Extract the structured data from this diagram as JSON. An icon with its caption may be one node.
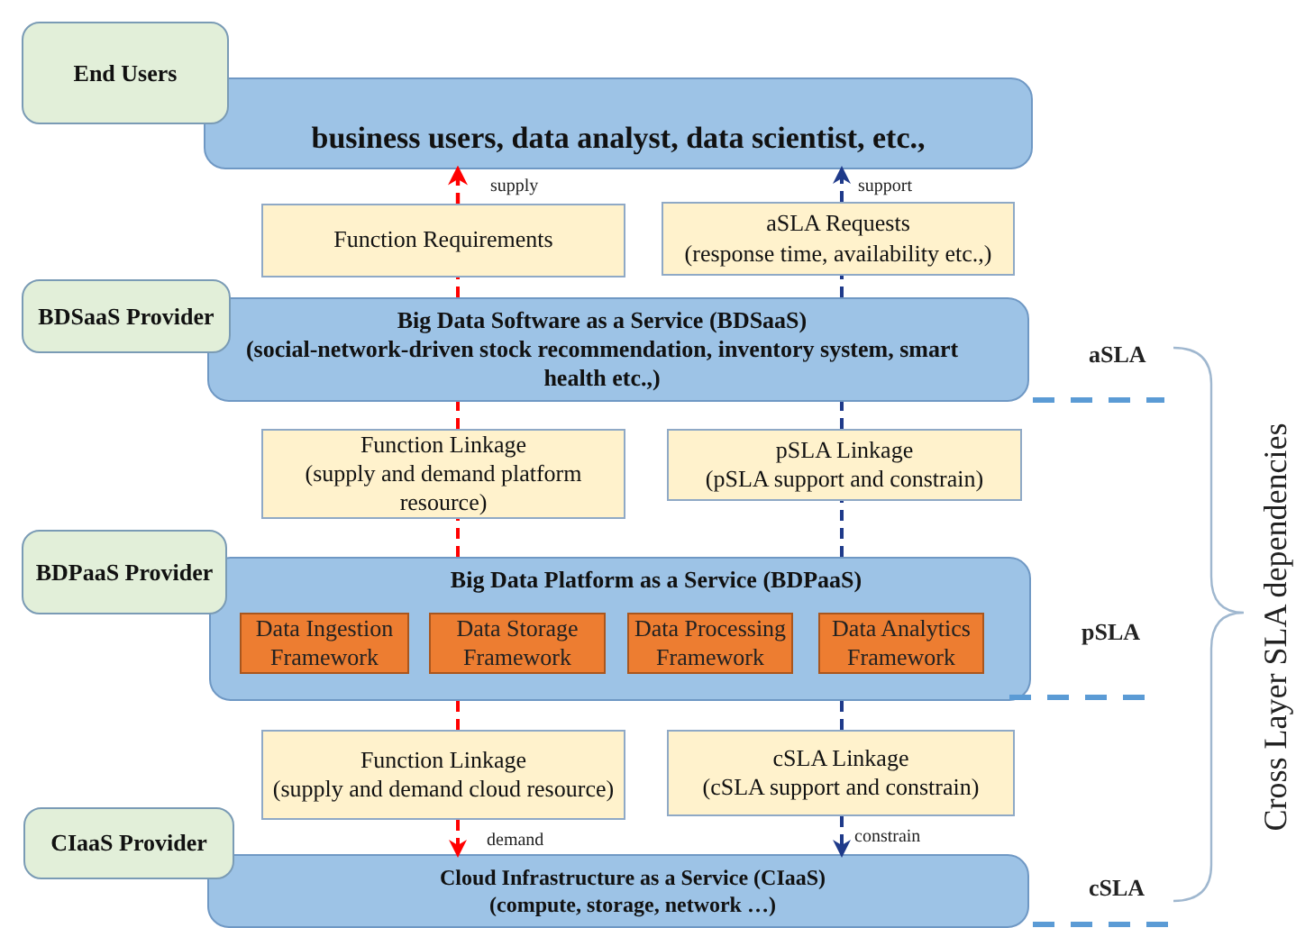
{
  "diagram": {
    "nodes": [
      {
        "text": [
          "End Users"
        ]
      },
      {
        "text": [
          "business users, data analyst, data scientist, etc.,"
        ]
      },
      {
        "text": [
          "Function Requirements"
        ]
      },
      {
        "text": [
          "aSLA Requests",
          "(response time, availability etc.,)"
        ]
      },
      {
        "text": [
          "BDSaaS Provider"
        ]
      },
      {
        "text": [
          "Big Data Software as a Service (BDSaaS)",
          "(social-network-driven stock recommendation, inventory system, smart health etc.,)"
        ]
      },
      {
        "text": [
          "Function Linkage",
          "(supply and demand platform resource)"
        ]
      },
      {
        "text": [
          "pSLA Linkage",
          "(pSLA support and constrain)"
        ]
      },
      {
        "text": [
          "BDPaaS Provider"
        ]
      },
      {
        "text": [
          "Big Data Platform as a Service (BDPaaS)"
        ]
      },
      {
        "text": [
          "Data Ingestion Framework"
        ],
        "in": 9
      },
      {
        "text": [
          "Data Storage Framework"
        ],
        "in": 9
      },
      {
        "text": [
          "Data Processing Framework"
        ],
        "in": 9
      },
      {
        "text": [
          "Data Analytics Framework"
        ],
        "in": 9
      },
      {
        "text": [
          "Function Linkage",
          "(supply and demand cloud resource)"
        ]
      },
      {
        "text": [
          "cSLA Linkage",
          "(cSLA support and constrain)"
        ]
      },
      {
        "text": [
          "CIaaS Provider"
        ]
      },
      {
        "text": [
          "Cloud Infrastructure as a Service (CIaaS)",
          "(compute, storage, network …)"
        ]
      }
    ],
    "edges": [
      {
        "from": 2,
        "to": 1,
        "arrow": "to",
        "label": "supply",
        "style": "dashed",
        "color": "#ff0000"
      },
      {
        "from": 5,
        "to": 2,
        "arrow": "none",
        "style": "dashed",
        "color": "#ff0000"
      },
      {
        "from": 6,
        "to": 5,
        "arrow": "none",
        "style": "dashed",
        "color": "#ff0000"
      },
      {
        "from": 9,
        "to": 6,
        "arrow": "none",
        "style": "dashed",
        "color": "#ff0000"
      },
      {
        "from": 9,
        "to": 14,
        "arrow": "none",
        "style": "dashed",
        "color": "#ff0000"
      },
      {
        "from": 14,
        "to": 17,
        "arrow": "to",
        "label": "demand",
        "style": "dashed",
        "color": "#ff0000"
      },
      {
        "from": 3,
        "to": 1,
        "arrow": "to",
        "label": "support",
        "style": "dashed",
        "color": "#1f3a8a"
      },
      {
        "from": 5,
        "to": 3,
        "arrow": "none",
        "style": "dashed",
        "color": "#1f3a8a"
      },
      {
        "from": 7,
        "to": 5,
        "arrow": "none",
        "style": "dashed",
        "color": "#1f3a8a"
      },
      {
        "from": 9,
        "to": 7,
        "arrow": "none",
        "style": "dashed",
        "color": "#1f3a8a"
      },
      {
        "from": 9,
        "to": 15,
        "arrow": "none",
        "style": "dashed",
        "color": "#1f3a8a"
      },
      {
        "from": 15,
        "to": 17,
        "arrow": "to",
        "label": "constrain",
        "style": "dashed",
        "color": "#1f3a8a"
      }
    ],
    "labels": [
      "aSLA",
      "pSLA",
      "cSLA",
      "Cross Layer SLA dependencies"
    ]
  }
}
